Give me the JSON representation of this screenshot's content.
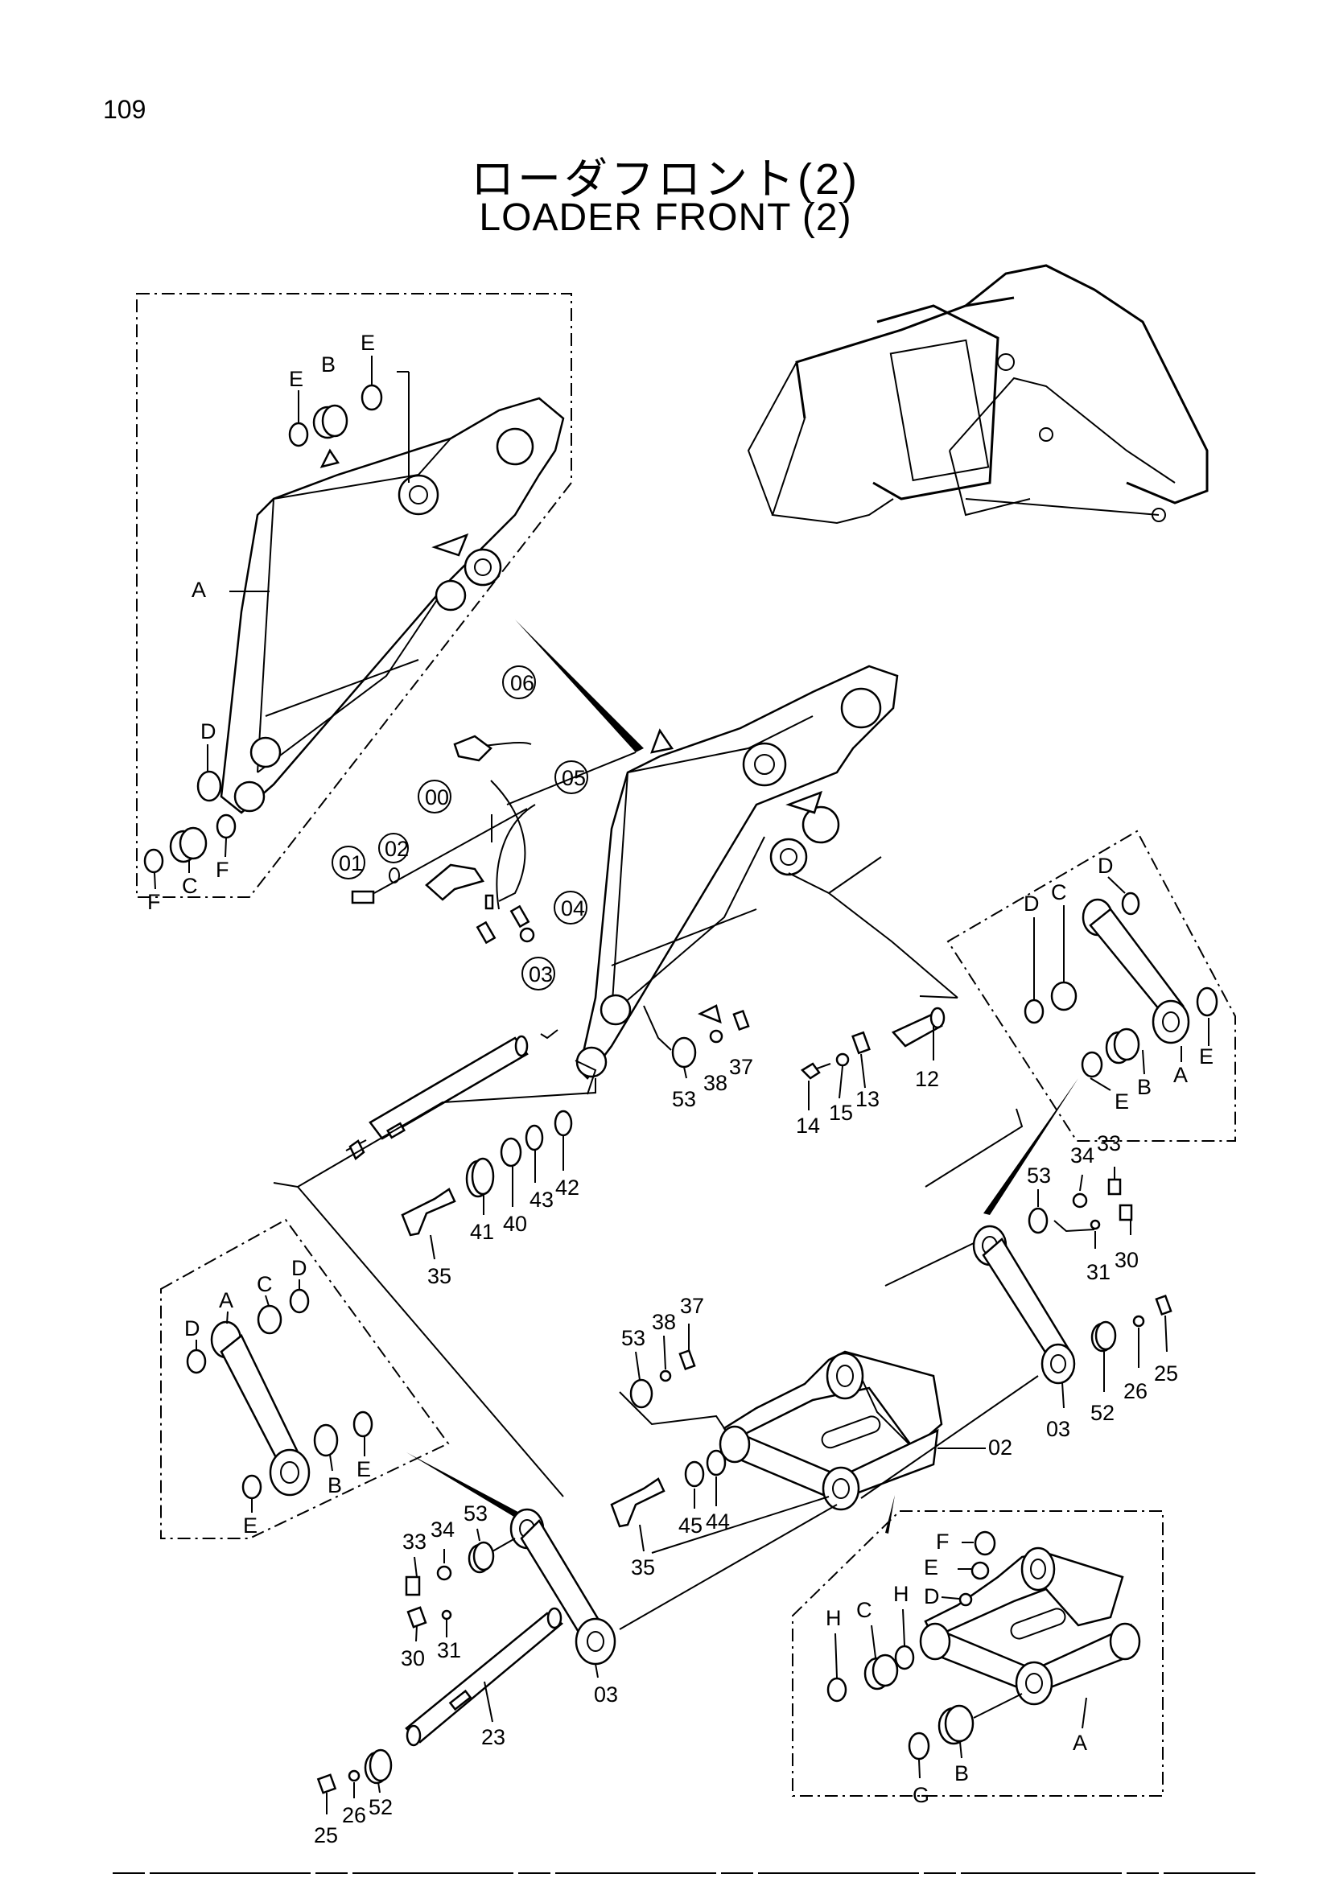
{
  "page_number": "109",
  "title_jp": "ローダフロント(2)",
  "title_en": "LOADER   FRONT (2)",
  "callouts": {
    "c00": "00",
    "c01": "01",
    "c02": "02",
    "c03": "03",
    "c04": "04",
    "c05": "05",
    "c06": "06"
  },
  "part_numbers": {
    "p02": "02",
    "p03a": "03",
    "p03b": "03",
    "p12": "12",
    "p13": "13",
    "p14": "14",
    "p15": "15",
    "p23": "23",
    "p25a": "25",
    "p25b": "25",
    "p26a": "26",
    "p26b": "26",
    "p30a": "30",
    "p30b": "30",
    "p31a": "31",
    "p31b": "31",
    "p33a": "33",
    "p33b": "33",
    "p34a": "34",
    "p34b": "34",
    "p35a": "35",
    "p35b": "35",
    "p37a": "37",
    "p37b": "37",
    "p38a": "38",
    "p38b": "38",
    "p40": "40",
    "p41": "41",
    "p42": "42",
    "p43": "43",
    "p44": "44",
    "p45": "45",
    "p52a": "52",
    "p52b": "52",
    "p53a": "53",
    "p53b": "53",
    "p53c": "53",
    "p53d": "53"
  },
  "letters": {
    "tl_E1": "E",
    "tl_B": "B",
    "tl_E2": "E",
    "tl_A": "A",
    "tl_D": "D",
    "tl_F1": "F",
    "tl_C": "C",
    "tl_F2": "F",
    "r_D1": "D",
    "r_D2": "D",
    "r_C": "C",
    "r_A": "A",
    "r_E1": "E",
    "r_B": "B",
    "r_E2": "E",
    "l_D1": "D",
    "l_A": "A",
    "l_C": "C",
    "l_D2": "D",
    "l_B": "B",
    "l_E1": "E",
    "l_E2": "E",
    "br_F": "F",
    "br_E": "E",
    "br_D": "D",
    "br_H1": "H",
    "br_C": "C",
    "br_H2": "H",
    "br_A": "A",
    "br_B": "B",
    "br_G": "G"
  }
}
